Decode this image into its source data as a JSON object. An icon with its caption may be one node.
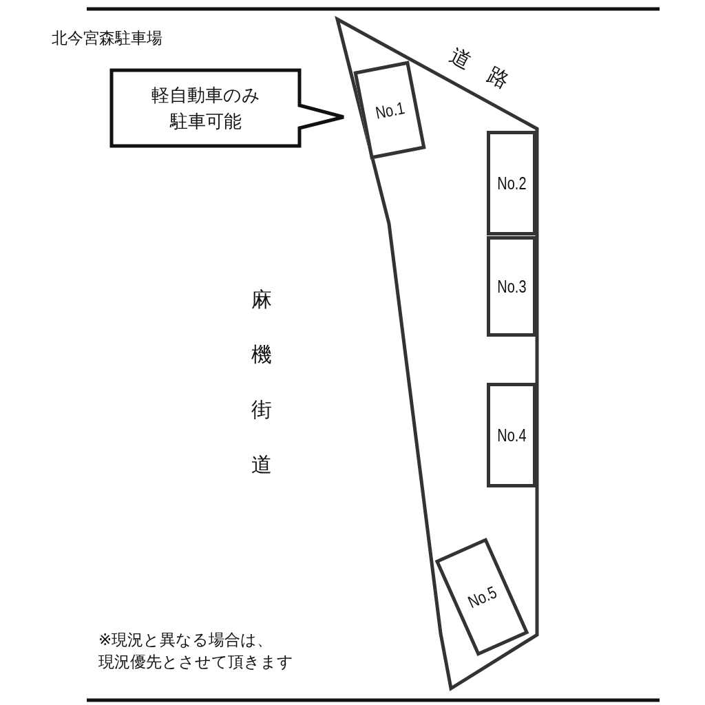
{
  "diagram": {
    "title": "北今宮森駐車場",
    "nodes": [
      {
        "text": [],
        "shape": "polygon"
      },
      {
        "text": [
          "軽自動車のみ駐車可能"
        ]
      },
      {
        "text": [
          "No.1"
        ],
        "in": 0
      },
      {
        "text": [
          "No.2"
        ],
        "in": 0
      },
      {
        "text": [
          "No.3"
        ],
        "in": 0
      },
      {
        "text": [
          "No.4"
        ],
        "in": 0
      },
      {
        "text": [
          "No.5"
        ],
        "in": 0
      }
    ],
    "labels": [
      "道路",
      "麻機街道",
      "※現況と異なる場合は、現況優先とさせて頂きます"
    ]
  }
}
